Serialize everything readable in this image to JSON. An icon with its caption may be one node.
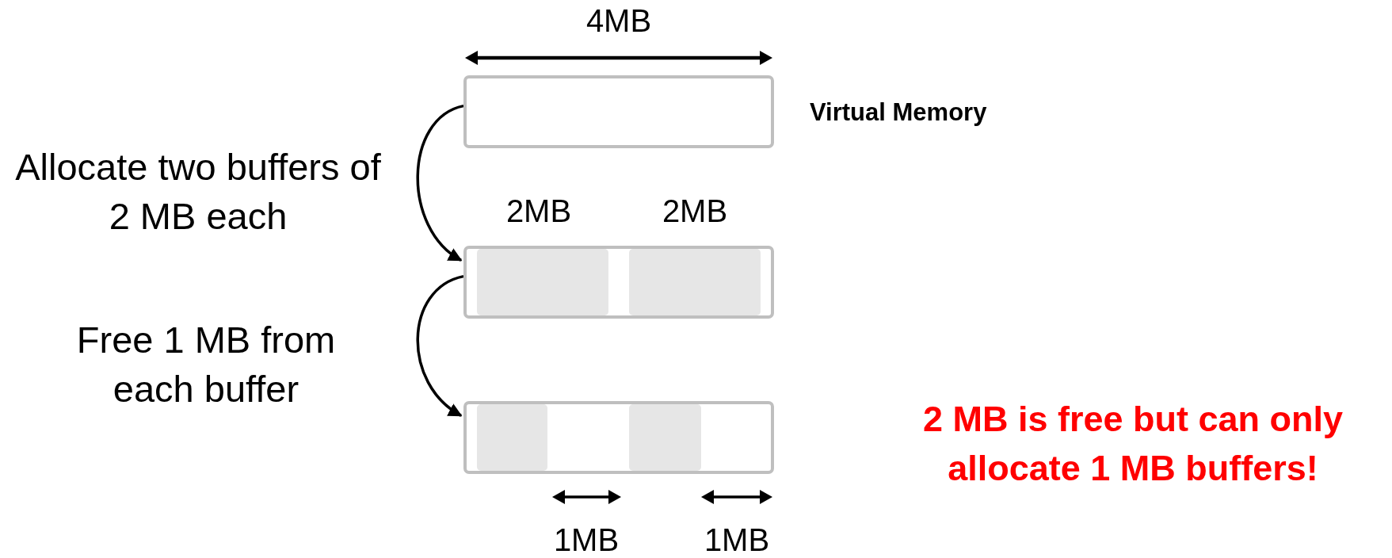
{
  "diagram": {
    "nodes": [
      {
        "text": [],
        "shape": "box",
        "beside": [
          "Virtual Memory"
        ]
      },
      {
        "text": [],
        "shape": "box"
      },
      {
        "text": [],
        "shape": "box",
        "in": 1
      },
      {
        "text": [],
        "shape": "box",
        "in": 1
      },
      {
        "text": [],
        "shape": "box"
      },
      {
        "text": [],
        "shape": "box",
        "in": 4
      },
      {
        "text": [],
        "shape": "box",
        "in": 4
      }
    ],
    "edges": [
      {
        "from": 0,
        "to": 1,
        "arrow": "to",
        "label": "Allocate two buffers of 2 MB each"
      },
      {
        "from": 1,
        "to": 4,
        "arrow": "to",
        "label": "Free 1 MB from each buffer"
      }
    ],
    "labels": [
      "4MB",
      "2MB",
      "2MB",
      "1MB",
      "1MB",
      "2 MB is free but can only allocate 1 MB buffers!"
    ]
  }
}
